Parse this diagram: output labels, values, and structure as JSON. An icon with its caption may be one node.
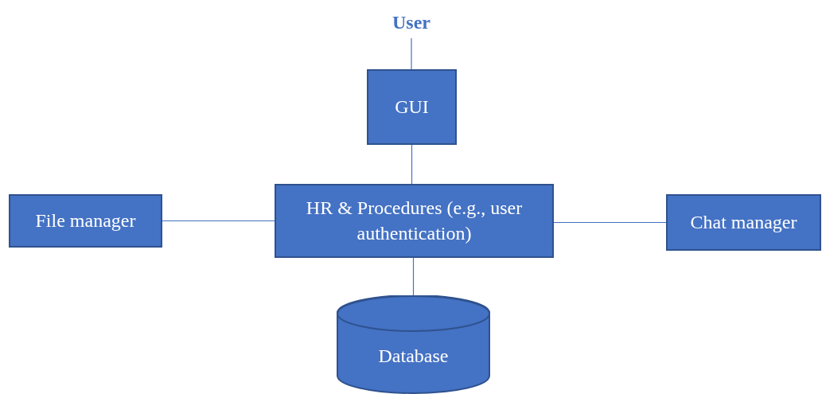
{
  "diagram": {
    "nodes": [
      {
        "text": [
          "User"
        ]
      },
      {
        "text": [
          "GUI"
        ]
      },
      {
        "text": [
          "HR & Procedures (e.g., user authentication)"
        ]
      },
      {
        "text": [
          "File manager"
        ]
      },
      {
        "text": [
          "Chat manager"
        ]
      },
      {
        "text": [
          "Database"
        ]
      }
    ],
    "edges": [
      {
        "from": 0,
        "to": 1,
        "arrow": "none"
      },
      {
        "from": 1,
        "to": 2,
        "arrow": "none"
      },
      {
        "from": 3,
        "to": 2,
        "arrow": "none"
      },
      {
        "from": 2,
        "to": 4,
        "arrow": "none"
      },
      {
        "from": 2,
        "to": 5,
        "arrow": "none"
      }
    ]
  }
}
